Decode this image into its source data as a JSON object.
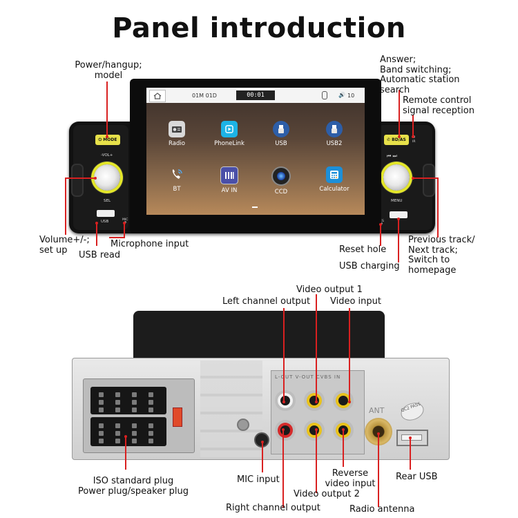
{
  "title": "Panel introduction",
  "front_labels": {
    "power": [
      "Power/hangup;",
      "model"
    ],
    "answer": [
      "Answer;",
      "Band switching;",
      "Automatic station",
      "search"
    ],
    "remote": [
      "Remote control",
      "signal reception"
    ],
    "volume": [
      "Volume+/-;",
      "set up"
    ],
    "usb_read": "USB read",
    "microphone": "Microphone input",
    "reset": "Reset hole",
    "usb_charging": "USB charging",
    "prev_next": [
      "Previous track/",
      "Next track;",
      "Switch to",
      "homepage"
    ]
  },
  "screen": {
    "status_left": "01M 01D",
    "status_time": "00:01",
    "status_volume": "10",
    "apps": [
      {
        "label": "Radio",
        "icon": "radio-icon"
      },
      {
        "label": "PhoneLink",
        "icon": "phonelink-icon"
      },
      {
        "label": "USB",
        "icon": "usb-icon"
      },
      {
        "label": "USB2",
        "icon": "usb2-icon"
      },
      {
        "label": "BT",
        "icon": "bluetooth-phone-icon"
      },
      {
        "label": "AV IN",
        "icon": "av-in-icon"
      },
      {
        "label": "CCD",
        "icon": "camera-icon"
      },
      {
        "label": "Calculator",
        "icon": "calculator-icon"
      }
    ]
  },
  "unit_buttons": {
    "mode": "MODE",
    "bdas": "BD/AS",
    "vol": "-VOL+",
    "sel": "SEL",
    "menu": "MENU",
    "usb": "USB",
    "ir": "IR",
    "mic": "MIC",
    "res": "RES"
  },
  "rear_labels": {
    "video_output_1": "Video output 1",
    "left_channel": "Left channel output",
    "video_input": "Video input",
    "iso": [
      "ISO standard plug",
      "Power plug/speaker plug"
    ],
    "mic_input": "MIC input",
    "reverse": [
      "Reverse",
      "video input"
    ],
    "video_output_2": "Video output 2",
    "rear_usb": "Rear USB",
    "right_channel": "Right channel output",
    "radio_antenna": "Radio antenna"
  },
  "rear_printed": {
    "top_row": "L-OUT V-OUT CVBS IN",
    "ant": "ANT",
    "qc": "QC2 PASS"
  },
  "colors": {
    "leader_line": "#d92020",
    "button_yellow": "#e7e14a",
    "rca_yellow": "#e9c21b",
    "rca_red": "#d42a2a",
    "rca_white": "#f2f2f2"
  }
}
